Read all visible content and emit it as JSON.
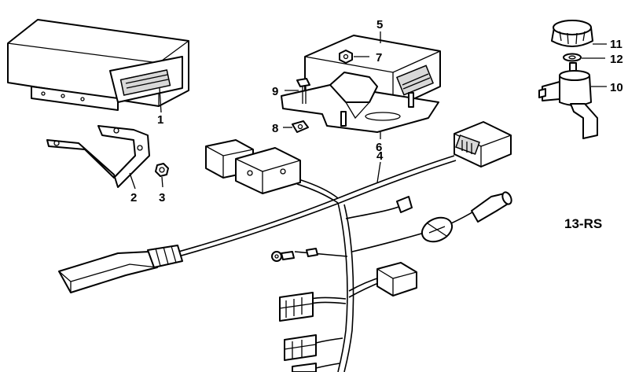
{
  "diagram": {
    "reference_code": "13-RS",
    "callouts": [
      "1",
      "2",
      "3",
      "4",
      "5",
      "6",
      "7",
      "8",
      "9",
      "10",
      "11",
      "12"
    ],
    "part_icons": [
      "control-unit-icon",
      "mounting-bracket-icon",
      "nut-icon",
      "wiring-harness-icon",
      "relay-module-icon",
      "mounting-plate-icon",
      "hex-nut-icon",
      "washer-icon",
      "hex-bolt-icon",
      "idle-adjuster-icon",
      "control-knob-icon",
      "lock-washer-icon"
    ]
  }
}
